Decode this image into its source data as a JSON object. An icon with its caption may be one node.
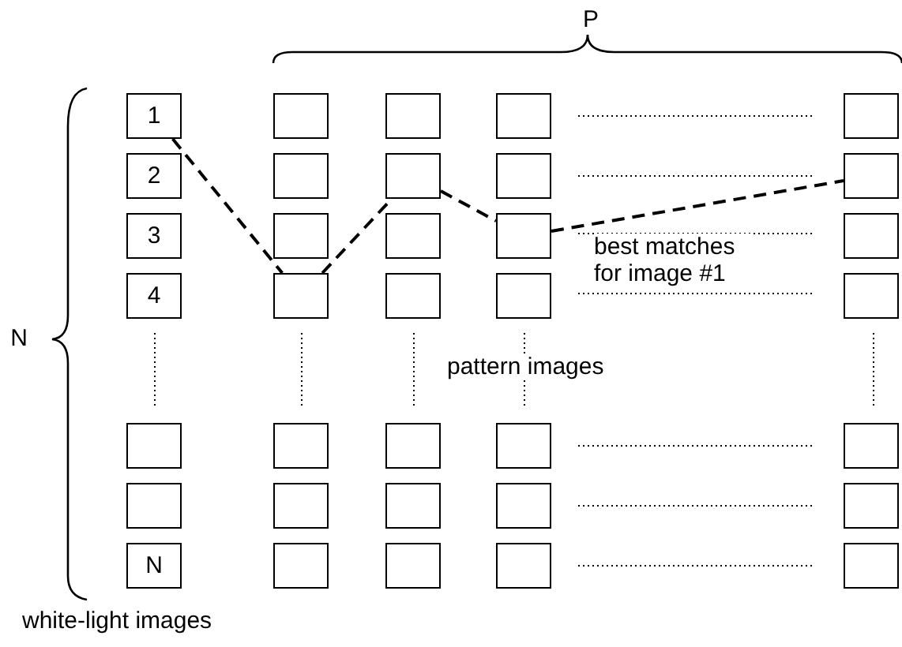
{
  "diagram": {
    "nodes": [
      {
        "text": [
          "1"
        ]
      },
      {
        "text": [],
        "shape": "box"
      },
      {
        "text": [],
        "shape": "box"
      },
      {
        "text": [],
        "shape": "box"
      },
      {
        "text": [],
        "shape": "box"
      },
      {
        "text": [
          "2"
        ]
      },
      {
        "text": [],
        "shape": "box"
      },
      {
        "text": [],
        "shape": "box"
      },
      {
        "text": [],
        "shape": "box"
      },
      {
        "text": [],
        "shape": "box"
      },
      {
        "text": [
          "3"
        ]
      },
      {
        "text": [],
        "shape": "box"
      },
      {
        "text": [],
        "shape": "box"
      },
      {
        "text": [],
        "shape": "box"
      },
      {
        "text": [],
        "shape": "box"
      },
      {
        "text": [
          "4"
        ]
      },
      {
        "text": [],
        "shape": "box"
      },
      {
        "text": [],
        "shape": "box"
      },
      {
        "text": [],
        "shape": "box"
      },
      {
        "text": [],
        "shape": "box"
      },
      {
        "text": [],
        "shape": "box"
      },
      {
        "text": [],
        "shape": "box"
      },
      {
        "text": [],
        "shape": "box"
      },
      {
        "text": [],
        "shape": "box"
      },
      {
        "text": [],
        "shape": "box"
      },
      {
        "text": [],
        "shape": "box"
      },
      {
        "text": [],
        "shape": "box"
      },
      {
        "text": [],
        "shape": "box"
      },
      {
        "text": [],
        "shape": "box"
      },
      {
        "text": [],
        "shape": "box"
      },
      {
        "text": [
          "N"
        ]
      },
      {
        "text": [],
        "shape": "box"
      },
      {
        "text": [],
        "shape": "box"
      },
      {
        "text": [],
        "shape": "box"
      },
      {
        "text": [],
        "shape": "box"
      }
    ],
    "edges": [
      {
        "from": 0,
        "to": 16,
        "arrow": "none",
        "style": "dashed"
      },
      {
        "from": 16,
        "to": 7,
        "arrow": "none",
        "style": "dashed"
      },
      {
        "from": 7,
        "to": 13,
        "arrow": "none",
        "style": "dashed"
      },
      {
        "from": 13,
        "to": 9,
        "arrow": "none",
        "style": "dashed"
      }
    ],
    "labels": [
      "P",
      "N",
      "best matches for image #1",
      "pattern images",
      "white-light images"
    ]
  }
}
